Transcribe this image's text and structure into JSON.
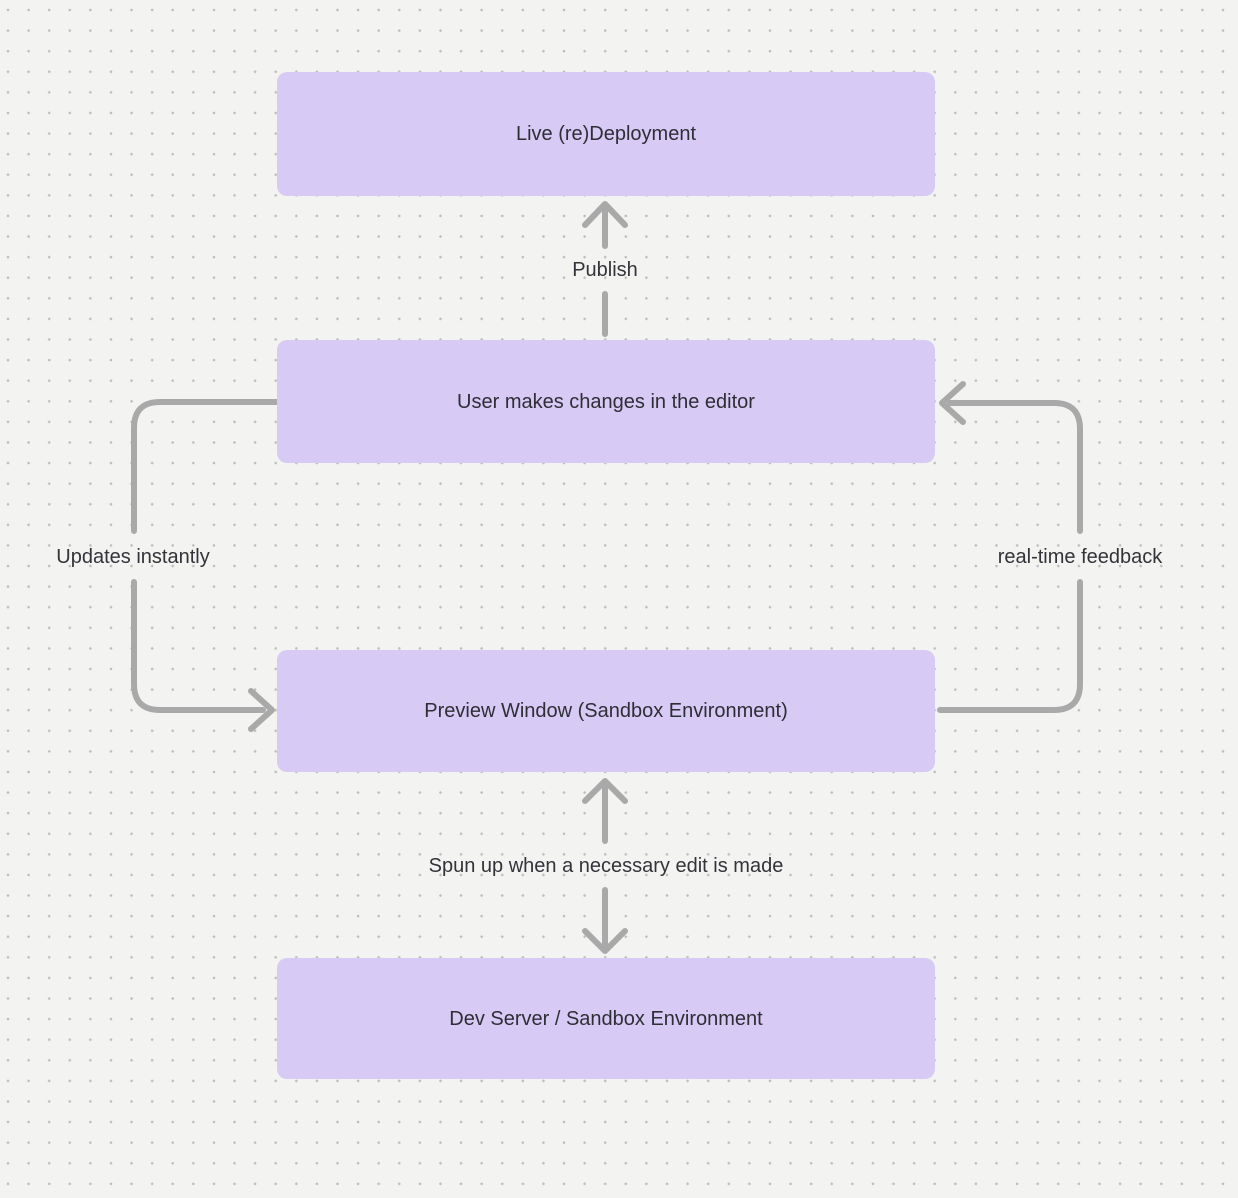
{
  "canvas": {
    "background_color": "#f3f3f1",
    "dot_color": "#bdbdbd",
    "node_fill_color": "#d7caf4",
    "node_text_color": "#2e2e36",
    "edge_color": "#a9a9a9"
  },
  "nodes": [
    {
      "id": "live-redeployment",
      "label": "Live (re)Deployment"
    },
    {
      "id": "editor",
      "label": "User makes changes in the editor"
    },
    {
      "id": "preview",
      "label": "Preview Window (Sandbox Environment)"
    },
    {
      "id": "dev-server",
      "label": "Dev Server / Sandbox Environment"
    }
  ],
  "edges": [
    {
      "from": "editor",
      "to": "live-redeployment",
      "label": "Publish",
      "direction": "up"
    },
    {
      "from": "editor",
      "to": "preview",
      "label": "Updates instantly",
      "direction": "left-loop-down"
    },
    {
      "from": "preview",
      "to": "editor",
      "label": "real-time feedback",
      "direction": "right-loop-up"
    },
    {
      "from": "preview",
      "to": "dev-server",
      "label": "Spun up when a necessary edit is made",
      "direction": "bidirectional"
    }
  ]
}
